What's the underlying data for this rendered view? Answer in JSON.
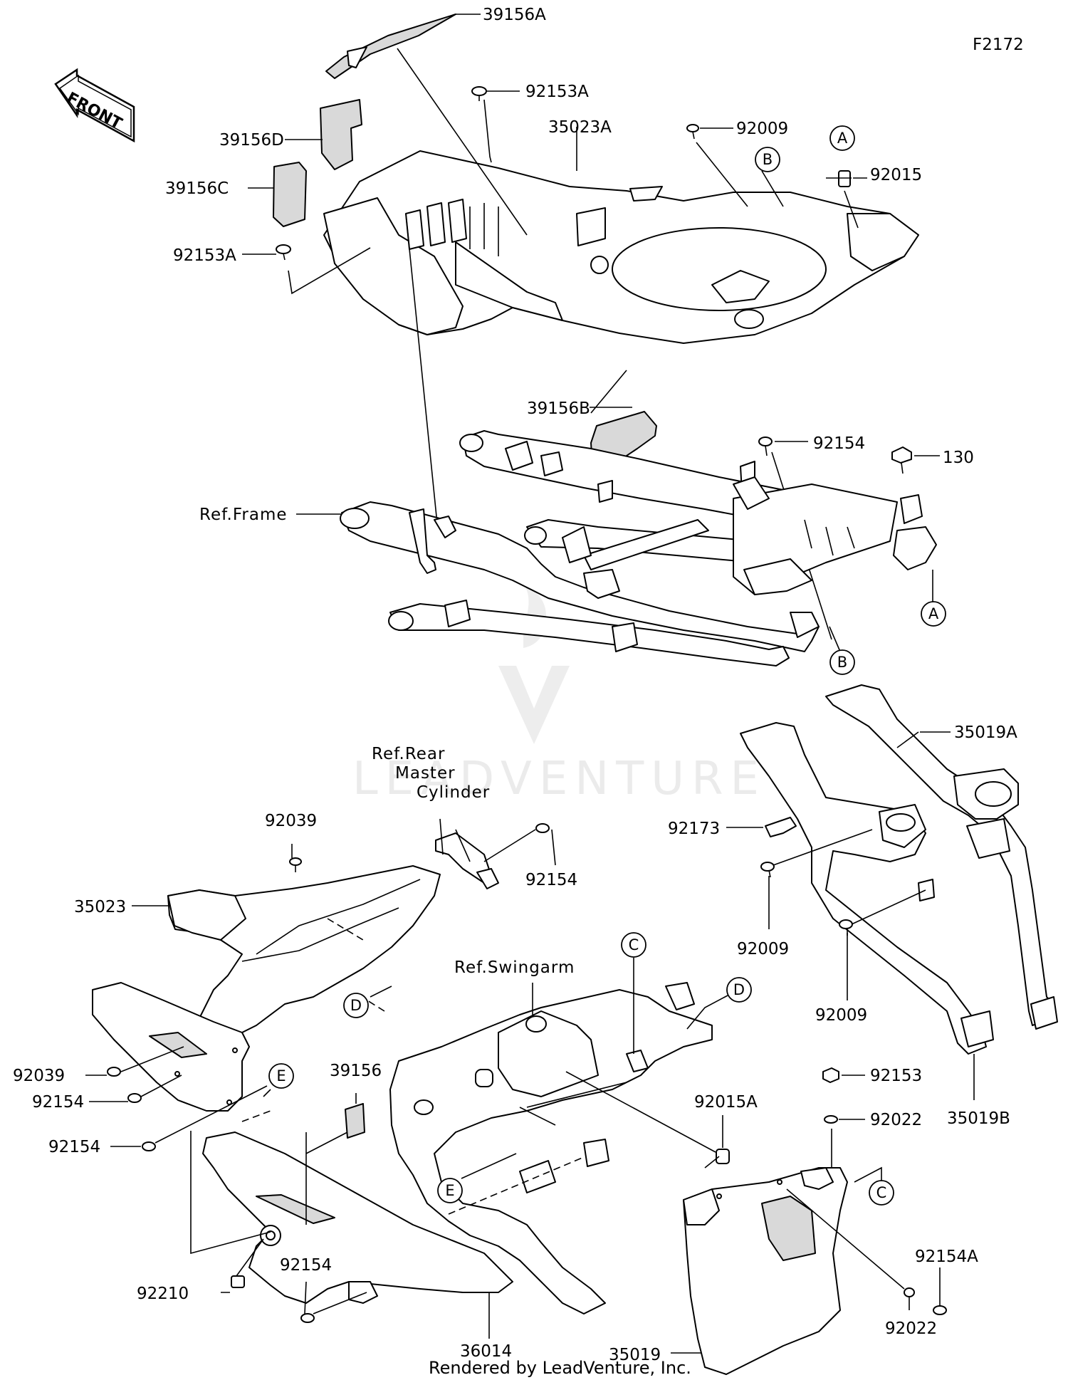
{
  "figure_id": "F2172",
  "credit": "Rendered by LeadVenture, Inc.",
  "watermark": "LEADVENTURE",
  "front_arrow": {
    "label": "FRONT",
    "icon": "front-arrow-icon"
  },
  "part_labels": [
    "39156A",
    "92153A",
    "35023A",
    "92009",
    "92015",
    "39156D",
    "39156C",
    "92153A",
    "39156B",
    "92154",
    "130",
    "35019A",
    "92173",
    "92009",
    "92009",
    "92039",
    "35023",
    "92154",
    "92039",
    "92154",
    "92154",
    "39156",
    "92015A",
    "92153",
    "92022",
    "35019B",
    "92154A",
    "92022",
    "92210",
    "92154",
    "36014",
    "35019"
  ],
  "reference_labels": [
    "Ref.Frame",
    "Ref.Rear",
    "Master",
    "Cylinder",
    "Ref.Swingarm"
  ],
  "callouts": [
    "A",
    "B",
    "A",
    "B",
    "C",
    "D",
    "D",
    "E",
    "E",
    "C"
  ]
}
